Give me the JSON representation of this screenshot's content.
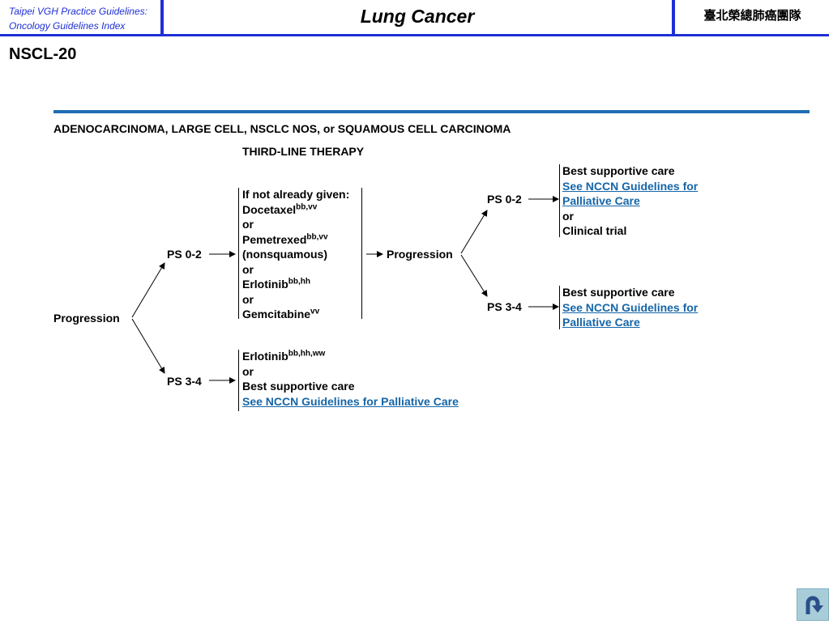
{
  "header": {
    "left_line1": "Taipei VGH Practice Guidelines:",
    "left_line2": "Oncology Guidelines Index",
    "title": "Lung Cancer",
    "right": "臺北榮總肺癌團隊"
  },
  "page_id": "NSCL-20",
  "section_title": "ADENOCARCINOMA, LARGE CELL, NSCLC NOS, or SQUAMOUS CELL CARCINOMA",
  "column_title": "THIRD-LINE THERAPY",
  "start_node": "Progression",
  "branches": {
    "ps02": {
      "label": "PS 0-2",
      "lines": [
        {
          "text": "If not already given:",
          "sup": ""
        },
        {
          "text": "Docetaxel",
          "sup": "bb,vv"
        },
        {
          "text": "or",
          "sup": ""
        },
        {
          "text": "Pemetrexed",
          "sup": "bb,vv"
        },
        {
          "text": "(nonsquamous)",
          "sup": ""
        },
        {
          "text": "or",
          "sup": ""
        },
        {
          "text": "Erlotinib",
          "sup": "bb,hh"
        },
        {
          "text": "or",
          "sup": ""
        },
        {
          "text": "Gemcitabine",
          "sup": "vv"
        }
      ],
      "next_node": "Progression",
      "sub": {
        "ps02": {
          "label": "PS 0-2",
          "line1": "Best supportive care",
          "link1": "See NCCN Guidelines for",
          "link2": "Palliative Care",
          "line_or": "or",
          "line_last": "Clinical trial"
        },
        "ps34": {
          "label": "PS 3-4",
          "line1": "Best supportive care",
          "link1": "See NCCN Guidelines for",
          "link2": "Palliative Care"
        }
      }
    },
    "ps34": {
      "label": "PS 3-4",
      "line1_text": "Erlotinib",
      "line1_sup": "bb,hh,ww",
      "line2": "or",
      "line3": "Best supportive care",
      "link": "See NCCN Guidelines for Palliative Care"
    }
  },
  "colors": {
    "header_blue": "#1e2fd6",
    "rule_blue": "#1f6db3",
    "link_blue": "#1565a8"
  },
  "icons": {
    "back": "u-turn-arrow-icon"
  }
}
